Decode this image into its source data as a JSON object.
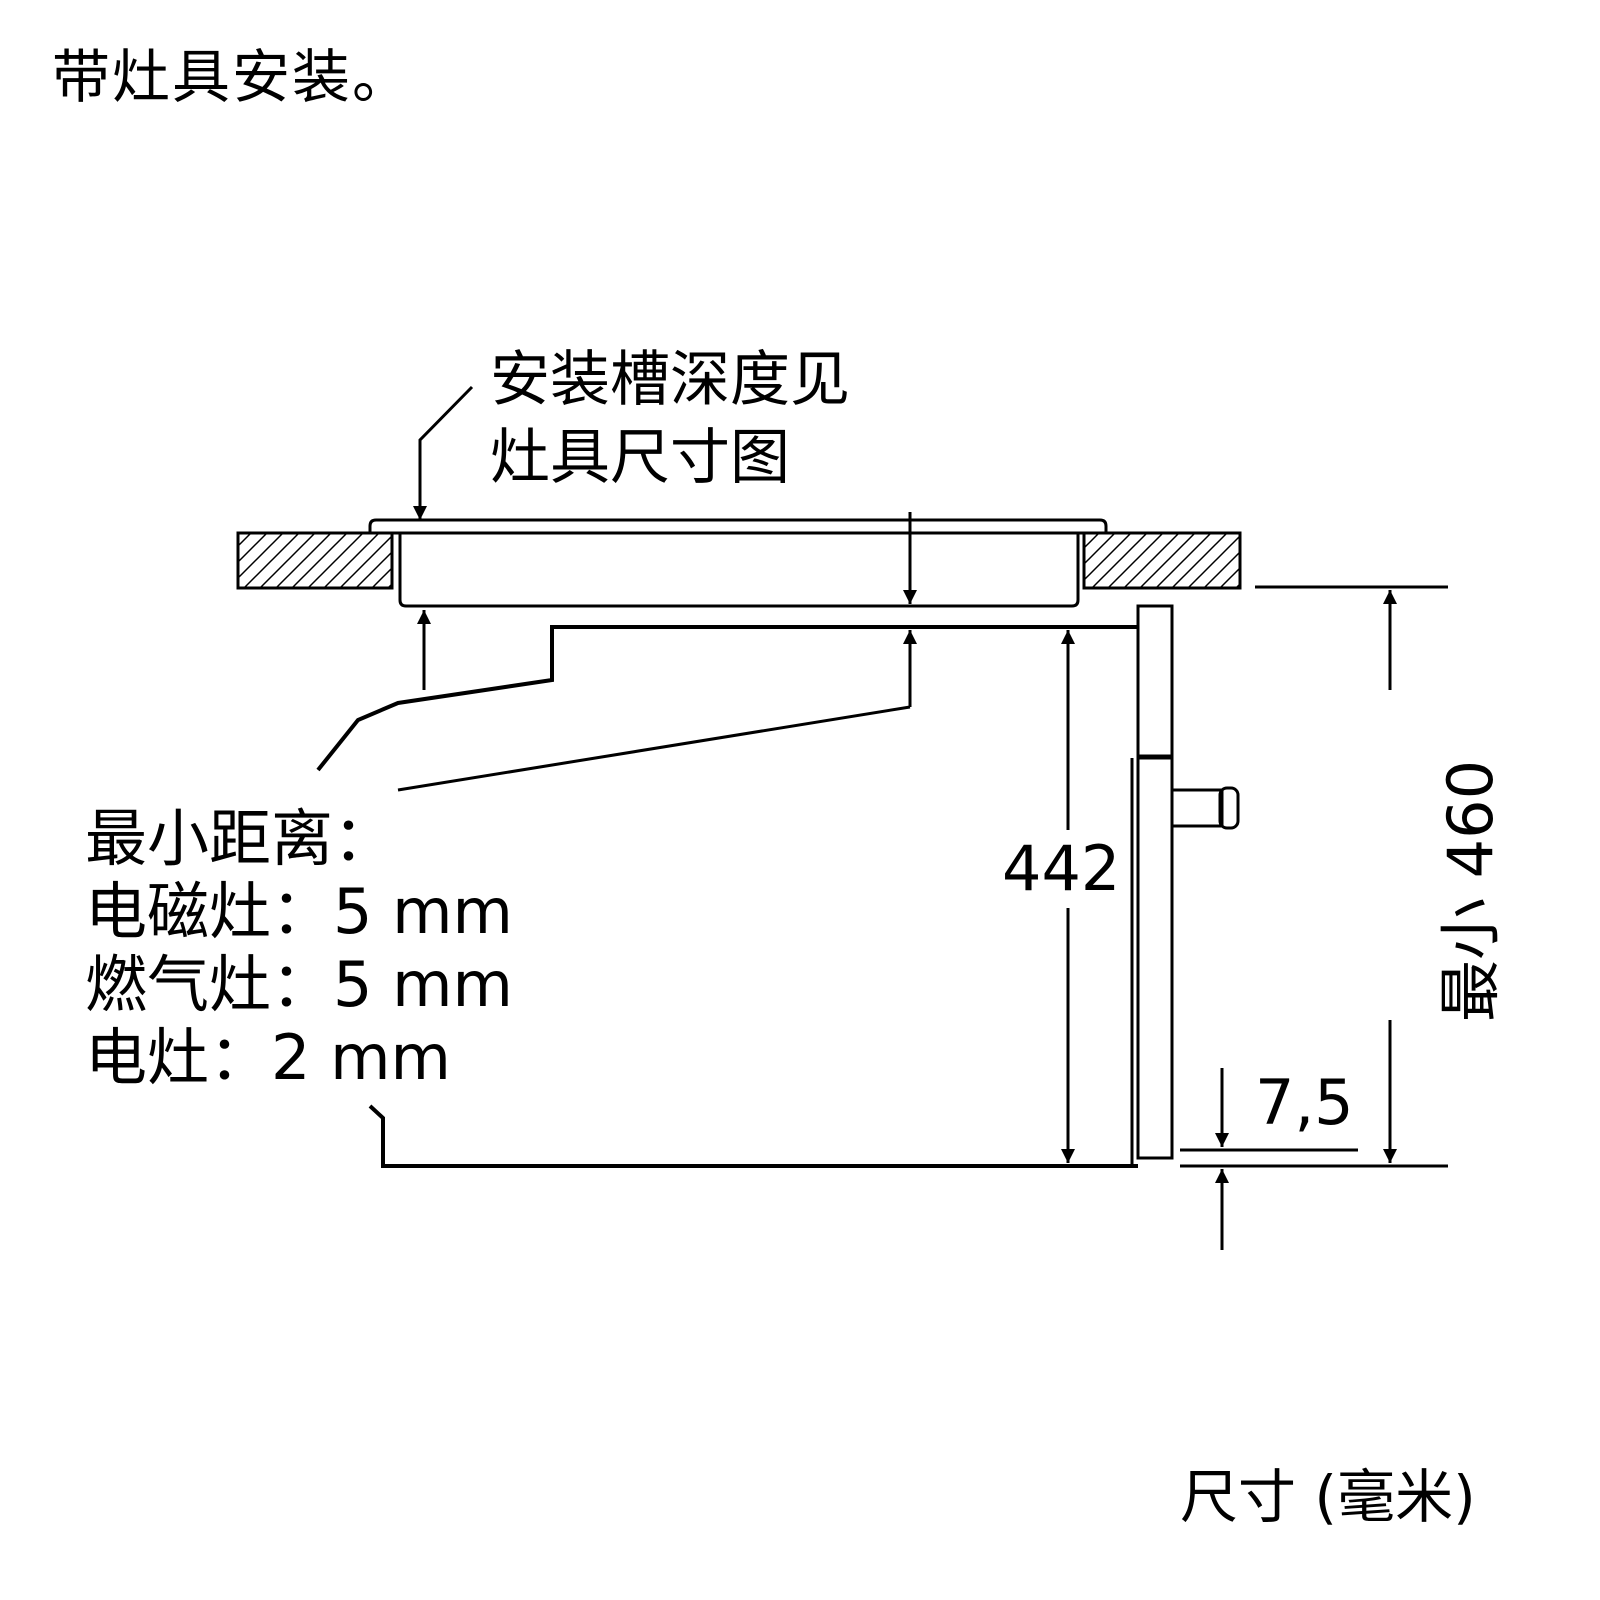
{
  "title": "带灶具安装。",
  "cutout_note": {
    "line1": "安装槽深度见",
    "line2": "灶具尺寸图"
  },
  "min_distance": {
    "heading": "最小距离：",
    "induction": "电磁灶：5 mm",
    "gas": "燃气灶：5 mm",
    "electric": "电灶：2 mm"
  },
  "dimensions": {
    "appliance_height": "442",
    "min_height": "最小 460",
    "offset": "7,5"
  },
  "units_label": "尺寸 (毫米)"
}
